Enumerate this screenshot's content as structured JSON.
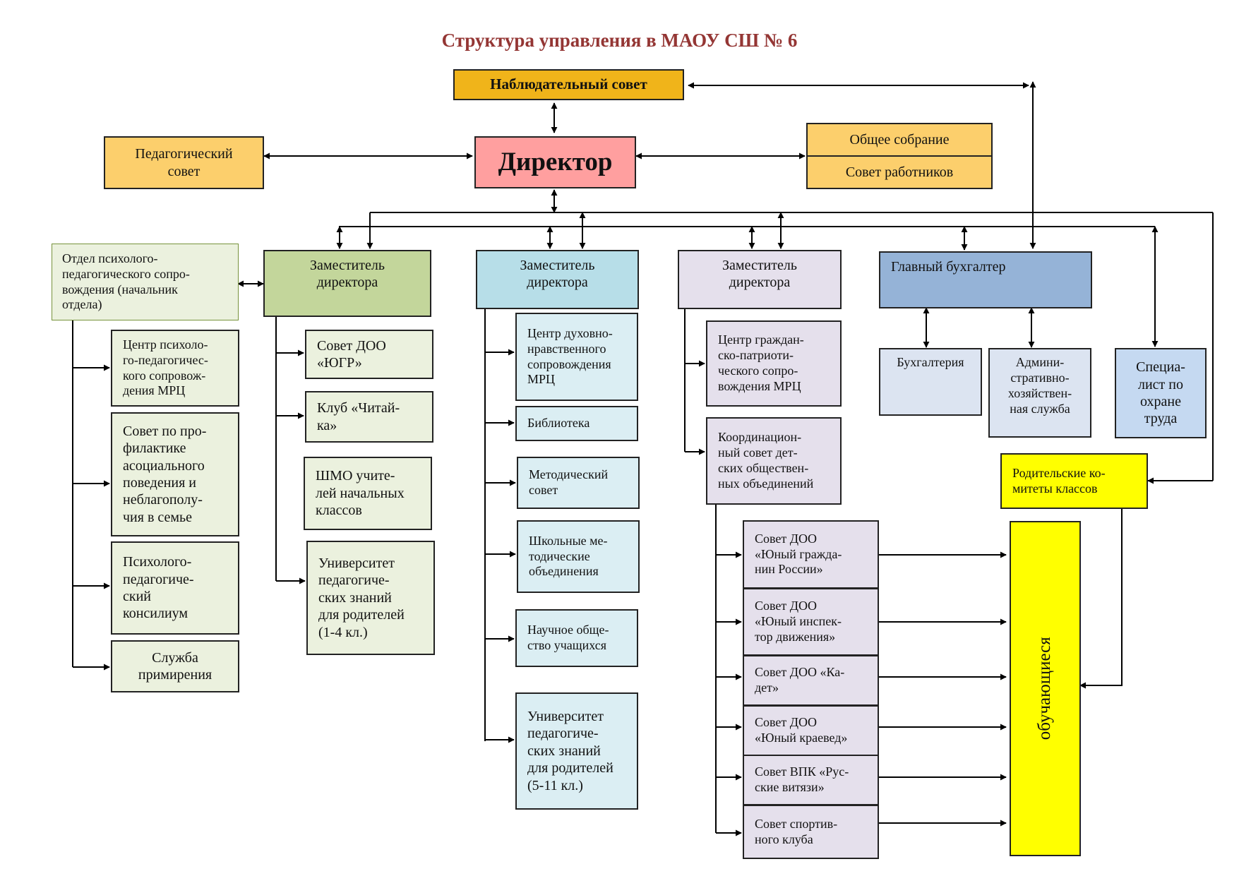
{
  "title": "Структура управления в МАОУ СШ № 6",
  "boxes": {
    "nablyud": "Наблюдательный совет",
    "director": "Директор",
    "pedsovet": "Педагогический\nсовет",
    "obshchee": "Общее собрание",
    "sovet_rab": "Совет работников",
    "otdel": "Отдел психолого-\nпедагогического сопро-\nвождения (начальник\nотдела)",
    "zam1": "Заместитель\nдиректора",
    "zam2": "Заместитель\nдиректора",
    "zam3": "Заместитель\nдиректора",
    "buh": "Главный бухгалтер",
    "centr_psy": "Центр психоло-\nго-педагогичес-\nкого сопровож-\nдения МРЦ",
    "sovet_prof": "Совет по про-\nфилактике\nасоциального\nповедения и\nнеблагополу-\nчия в семье",
    "konsilium": "Психолого-\nпедагогиче-\nский\nконсилиум",
    "primir": "Служба\nпримирения",
    "doo_yugr": "Совет ДОО\n«ЮГР»",
    "chitayka": "Клуб «Читай-\nка»",
    "shmo": "ШМО учите-\nлей начальных\nклассов",
    "univ14": "Университет\nпедагогиче-\nских знаний\nдля родителей\n(1-4 кл.)",
    "centr_duh": "Центр духовно-\nнравственного\nсопровождения\nМРЦ",
    "biblio": "Библиотека",
    "metod": "Методический\nсовет",
    "shmo2": "Школьные ме-\nтодические\nобъединения",
    "nauch": "Научное обще-\nство учащихся",
    "univ511": "Университет\nпедагогиче-\nских знаний\nдля родителей\n(5-11 кл.)",
    "centr_grazh": "Центр граждан-\nско-патриоти-\nческого сопро-\nвождения МРЦ",
    "koord": "Координацион-\nный совет дет-\nских обществен-\nных объединений",
    "doo_grazh": "Совет ДОО\n«Юный гражда-\nнин России»",
    "doo_insp": "Совет ДОО\n«Юный инспек-\nтор движения»",
    "doo_kadet": "Совет ДОО «Ка-\nдет»",
    "doo_kraeved": "Совет ДОО\n«Юный краевед»",
    "vpk": "Совет ВПК «Рус-\nские витязи»",
    "sport": "Совет спортив-\nного клуба",
    "buhgalt": "Бухгалтерия",
    "admin": "Админи-\nстративно-\nхозяйствен-\nная служба",
    "ohrana": "Специа-\nлист по\nохране\nтруда",
    "roditeli": "Родительские ко-\nмитеты классов",
    "obuch": "обучающиеся"
  },
  "colors": {
    "title": "#943634",
    "nablyud": "#f0b41a",
    "director": "#ff9f9f",
    "peach": "#fccf6c",
    "green": "#c3d69b",
    "light_green": "#ebf1de",
    "blue": "#b7dee8",
    "light_blue": "#dbeef3",
    "violet": "#e5e0ec",
    "steel": "#95b3d7",
    "yellow": "#ffff00"
  }
}
